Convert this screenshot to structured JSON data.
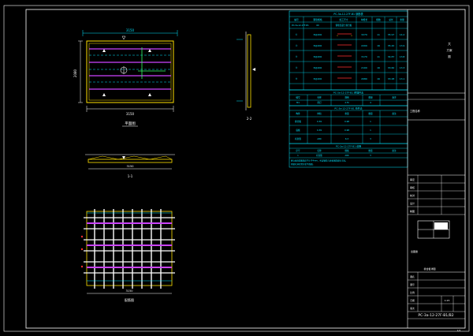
{
  "sheet": {
    "drawing_code": "PC-3a-12-27F-B1/B2",
    "scale": "1:25",
    "page": "1/1"
  },
  "views": {
    "plan_title": "平面图",
    "section_1_title": "1-1",
    "section_2_title": "2-2",
    "rebar_title": "配筋图",
    "plan_dim_top": "3150",
    "plan_dim_bottom": "3150",
    "plan_dim_left": "2080",
    "rebar_dim_bottom": "3150",
    "section_dim": "3150"
  },
  "tables": {
    "main_title": "PC-3a-12-27F-B1 钢筋表",
    "main_header": [
      "编号",
      "钢筋规格",
      "加工尺寸",
      "单根长",
      "根数",
      "总长",
      "重量"
    ],
    "main_summary_row": [
      "PC-3a-12-27F-B1",
      "60",
      "钢筋混凝土叠合板",
      "",
      "",
      "",
      ""
    ],
    "main_rows": [
      [
        "①",
        "8@200",
        "",
        "3270",
        "11",
        "35.97",
        "14.2"
      ],
      [
        "②",
        "8@200",
        "",
        "2200",
        "16",
        "35.20",
        "13.9"
      ],
      [
        "③",
        "8@200",
        "",
        "3170",
        "11",
        "34.87",
        "13.8"
      ],
      [
        "④",
        "8@200",
        "",
        "2100",
        "16",
        "33.60",
        "13.3"
      ],
      [
        "⑤",
        "8@200",
        "",
        "2080",
        "16",
        "33.28",
        "13.1"
      ]
    ],
    "mid_title": "PC-3a-12-27F-B1 预埋件表",
    "mid_header": [
      "编号",
      "名称",
      "规格",
      "数量",
      "备注"
    ],
    "mid_row": [
      "M1",
      "吊钉",
      "2.5t",
      "4",
      ""
    ],
    "mid2_title": "PC-3a-12-27F-B1 构件表",
    "mid2_header": [
      "构件",
      "体积",
      "重量",
      "数量",
      "备注"
    ],
    "mid2_rows": [
      [
        "叠合板",
        "0.39",
        "0.98",
        "1",
        ""
      ],
      [
        "底板",
        "0.39",
        "0.98",
        "1",
        ""
      ],
      [
        "桁架筋",
        "A80",
        "6.3",
        "3",
        ""
      ]
    ],
    "lower_title": "PC-3a-12-27F-B1 说明",
    "lower_header": [
      "序号",
      "名称",
      "规格",
      "数量",
      "备注"
    ],
    "lower_row": [
      "1",
      "桁架筋",
      "A80",
      "3",
      ""
    ],
    "notes": "叠合板底面粗糙度不小于4mm，桁架钢筋与底板钢筋绑扎牢固。",
    "notes_2": "预留孔洞位置详见平面图。"
  },
  "title_block": {
    "vertical_text": [
      "大",
      "方案",
      "图"
    ],
    "project_label": "工程名称",
    "rows": [
      "审定",
      "审核",
      "校对",
      "设计",
      "制图"
    ],
    "seal_label": "出图章",
    "drawing_name_label": "图名",
    "drawing_name": "叠合板详图",
    "number_label": "图号",
    "scale_label": "比例",
    "date_label": "日期",
    "version_label": "版次"
  }
}
